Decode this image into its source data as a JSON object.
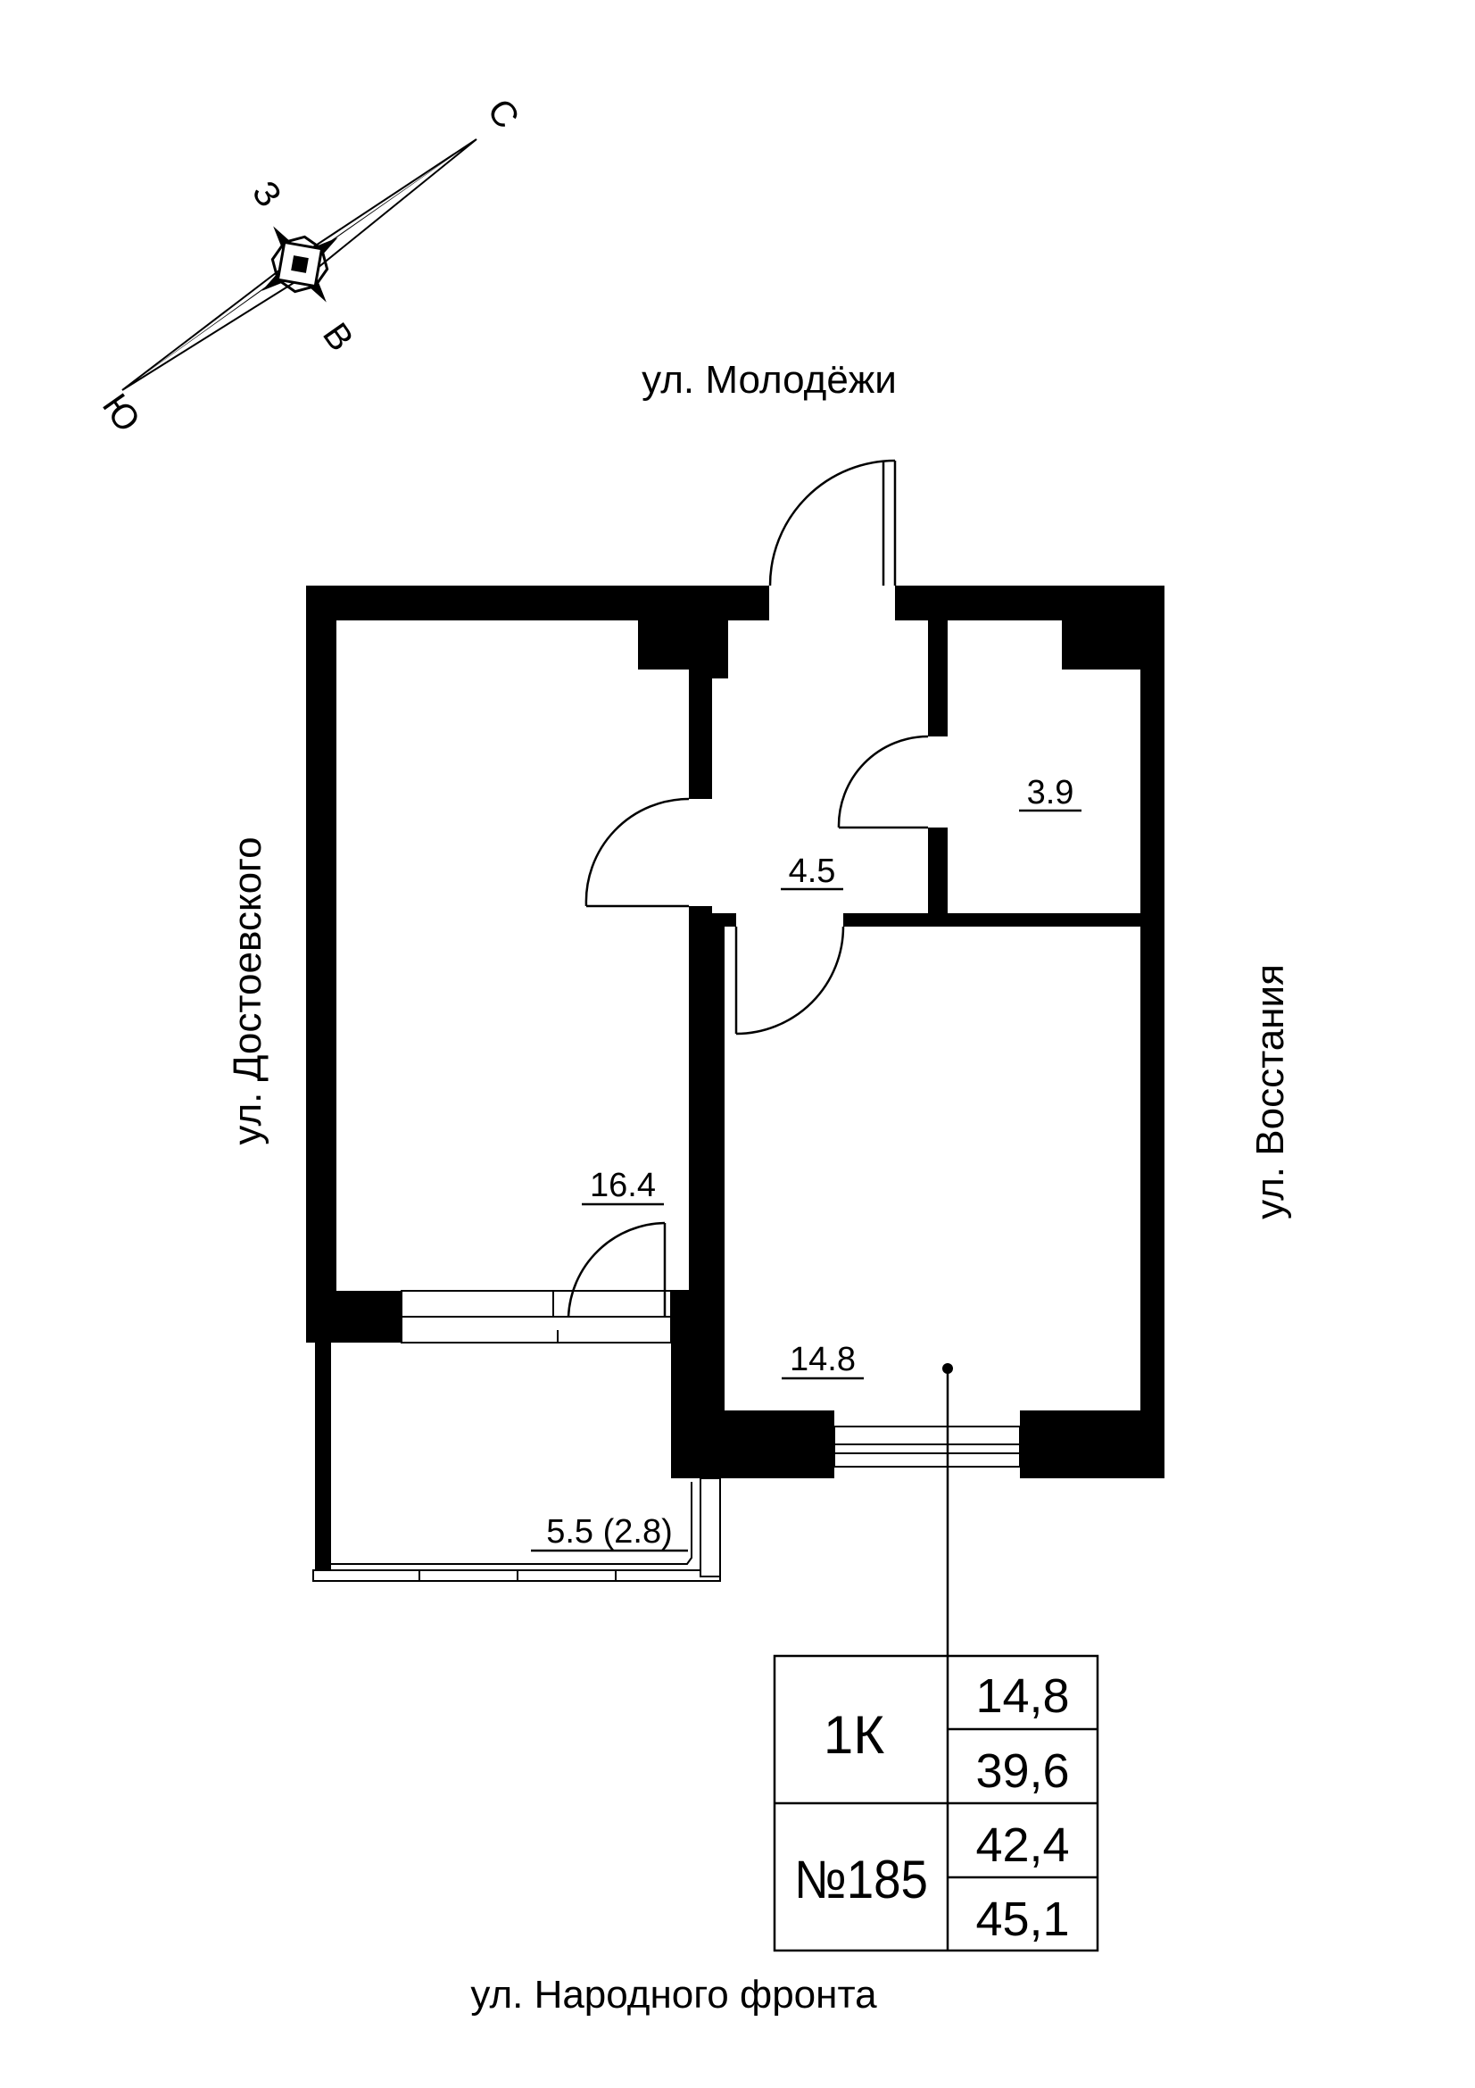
{
  "compass": {
    "north": "С",
    "south": "Ю",
    "east": "В",
    "west": "З"
  },
  "streets": {
    "top": "ул. Молодёжи",
    "left": "ул. Достоевского",
    "right": "ул. Восстания",
    "bottom": "ул. Народного фронта"
  },
  "rooms": {
    "hall": "4.5",
    "bathroom": "3.9",
    "room_left": "16.4",
    "room_right": "14.8",
    "balcony": "5.5 (2.8)"
  },
  "summary": {
    "type": "1К",
    "number": "№185",
    "values": [
      "14,8",
      "39,6",
      "42,4",
      "45,1"
    ]
  }
}
